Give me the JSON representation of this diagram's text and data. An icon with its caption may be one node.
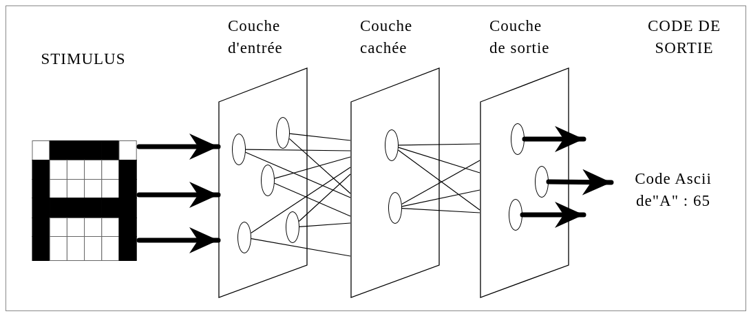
{
  "diagram": {
    "nodes": [
      {
        "text": [
          "STIMULUS"
        ]
      },
      {
        "text": [
          "Couche d'entrée"
        ]
      },
      {
        "text": [
          "Couche cachée"
        ]
      },
      {
        "text": [
          "Couche de sortie"
        ]
      },
      {
        "text": [
          "CODE DE SORTIE",
          "Code Ascii de\"A\" : 65"
        ]
      },
      {
        "text": [],
        "shape": "circle",
        "in": 1
      },
      {
        "text": [],
        "shape": "circle",
        "in": 1
      },
      {
        "text": [],
        "shape": "circle",
        "in": 1
      },
      {
        "text": [],
        "shape": "circle",
        "in": 1
      },
      {
        "text": [],
        "shape": "circle",
        "in": 1
      },
      {
        "text": [],
        "shape": "circle",
        "in": 2
      },
      {
        "text": [],
        "shape": "circle",
        "in": 2
      },
      {
        "text": [],
        "shape": "circle",
        "in": 3
      },
      {
        "text": [],
        "shape": "circle",
        "in": 3
      },
      {
        "text": [],
        "shape": "circle",
        "in": 3
      }
    ],
    "edges": [
      {
        "from": 0,
        "to": 1,
        "arrow": "to",
        "style": "thick"
      },
      {
        "from": 0,
        "to": 1,
        "arrow": "to",
        "style": "thick"
      },
      {
        "from": 0,
        "to": 1,
        "arrow": "to",
        "style": "thick"
      },
      {
        "from": 5,
        "to": 2,
        "arrow": "none"
      },
      {
        "from": 5,
        "to": 2,
        "arrow": "none"
      },
      {
        "from": 6,
        "to": 2,
        "arrow": "none"
      },
      {
        "from": 6,
        "to": 2,
        "arrow": "none"
      },
      {
        "from": 7,
        "to": 2,
        "arrow": "none"
      },
      {
        "from": 7,
        "to": 2,
        "arrow": "none"
      },
      {
        "from": 8,
        "to": 2,
        "arrow": "none"
      },
      {
        "from": 8,
        "to": 2,
        "arrow": "none"
      },
      {
        "from": 9,
        "to": 2,
        "arrow": "none"
      },
      {
        "from": 9,
        "to": 2,
        "arrow": "none"
      },
      {
        "from": 10,
        "to": 3,
        "arrow": "none"
      },
      {
        "from": 10,
        "to": 3,
        "arrow": "none"
      },
      {
        "from": 10,
        "to": 3,
        "arrow": "none"
      },
      {
        "from": 11,
        "to": 3,
        "arrow": "none"
      },
      {
        "from": 11,
        "to": 3,
        "arrow": "none"
      },
      {
        "from": 11,
        "to": 3,
        "arrow": "none"
      },
      {
        "from": 12,
        "to": null,
        "arrow": "to",
        "style": "thick"
      },
      {
        "from": 13,
        "to": 4,
        "arrow": "to",
        "style": "thick"
      },
      {
        "from": 14,
        "to": null,
        "arrow": "to",
        "style": "thick"
      }
    ]
  }
}
